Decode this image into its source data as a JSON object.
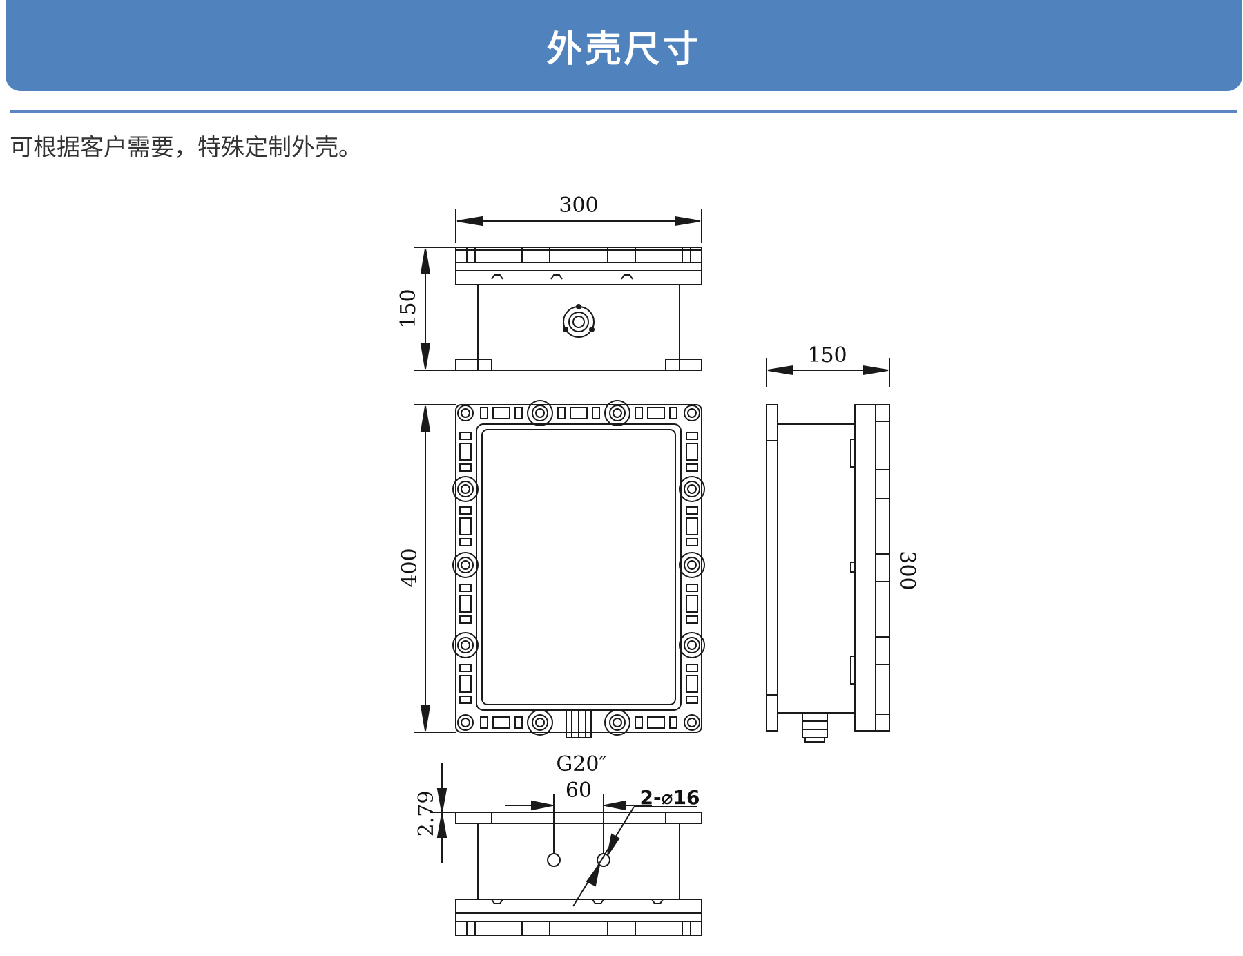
{
  "header": {
    "title": "外壳尺寸"
  },
  "description": "可根据客户需要，特殊定制外壳。",
  "dimensions": {
    "top_width": "300",
    "top_height": "150",
    "front_height": "400",
    "side_depth": "150",
    "side_height_partial": "300",
    "thread": "G20″",
    "hole_spacing": "60",
    "hole_spec": "2-⌀16",
    "flange": "2.79"
  }
}
